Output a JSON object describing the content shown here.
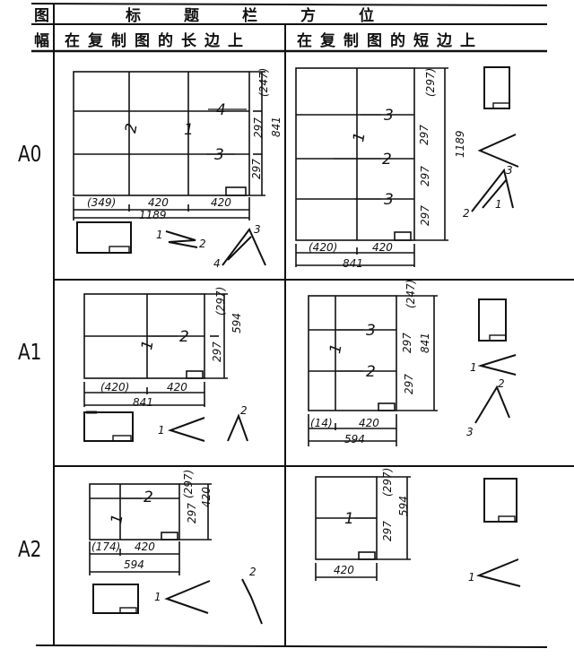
{
  "header": {
    "col0_line1": "图",
    "col0_line2": "幅",
    "col1_line1": "标题栏方位",
    "col1_long": "在复制图的长边上",
    "col2_short": "在复制图的短边上"
  },
  "rows": [
    {
      "label": "A0"
    },
    {
      "label": "A1"
    },
    {
      "label": "A2"
    }
  ],
  "a0_long": {
    "d1": "(247)",
    "d2": "297",
    "d3": "297",
    "d4": "841",
    "d5": "(349)",
    "d6": "420",
    "d7": "420",
    "d8": "1189",
    "n1": "1",
    "n2": "2",
    "n3": "3",
    "n4": "4"
  },
  "a0_short": {
    "d1": "(297)",
    "d2": "297",
    "d3": "297",
    "d4": "297",
    "d5": "1189",
    "d6": "(420)",
    "d7": "420",
    "d8": "841",
    "n1": "1",
    "n2": "2",
    "n3": "3",
    "n4": "3",
    "f1": "1",
    "f2": "2",
    "f3": "3"
  },
  "a0_long_fold": {
    "n1": "1",
    "n2": "2",
    "n3": "3",
    "n4": "4"
  },
  "a1_long": {
    "d1": "(297)",
    "d2": "297",
    "d3": "594",
    "d4": "(420)",
    "d5": "420",
    "d6": "841",
    "n1": "1",
    "n2": "2",
    "f1": "1",
    "f2": "2"
  },
  "a1_short": {
    "d1": "(247)",
    "d2": "297",
    "d3": "297",
    "d4": "841",
    "d5": "(14)",
    "d6": "420",
    "d7": "594",
    "n1": "1",
    "n2": "2",
    "n3": "3",
    "f1": "1",
    "f2": "2",
    "f3": "3"
  },
  "a2_long": {
    "d1": "(297)",
    "d2": "297",
    "d3": "420",
    "d4": "(174)",
    "d5": "420",
    "d6": "594",
    "n1": "1",
    "n2": "2",
    "f1": "1",
    "f2": "2"
  },
  "a2_short": {
    "d1": "(297)",
    "d2": "297",
    "d3": "594",
    "d4": "420",
    "n1": "1",
    "f1": "1"
  }
}
